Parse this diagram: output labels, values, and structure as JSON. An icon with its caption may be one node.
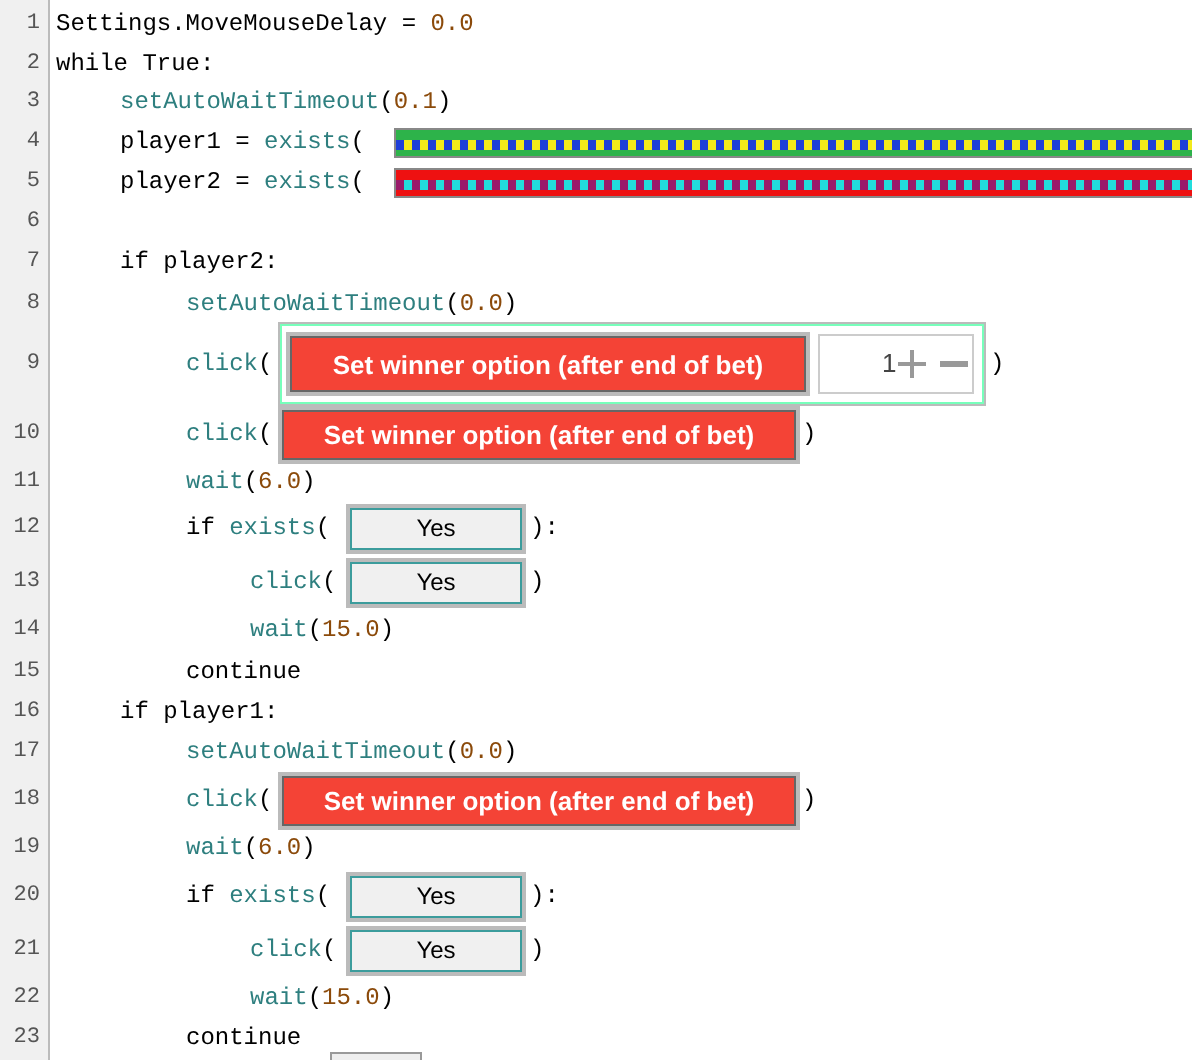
{
  "diagram": {
    "labels": [
      "1",
      "Settings.MoveMouseDelay = 0.0",
      "2",
      "while True:",
      "3",
      "setAutoWaitTimeout(0.1)",
      "4",
      "player1 = exists(",
      "5",
      "player2 = exists(",
      "6",
      "7",
      "if player2:",
      "8",
      "setAutoWaitTimeout(0.0)",
      "9",
      "click(",
      "Set winner option (after end of bet)",
      "1",
      ")",
      "10",
      "click(",
      "Set winner option (after end of bet)",
      ")",
      "11",
      "wait(6.0)",
      "12",
      "if exists(",
      "Yes",
      "):",
      "13",
      "click(",
      "Yes",
      ")",
      "14",
      "wait(15.0)",
      "15",
      "continue",
      "16",
      "if player1:",
      "17",
      "setAutoWaitTimeout(0.0)",
      "18",
      "click(",
      "Set winner option (after end of bet)",
      ")",
      "19",
      "wait(6.0)",
      "20",
      "if exists(",
      "Yes",
      "):",
      "21",
      "click(",
      "Yes",
      ")",
      "22",
      "wait(15.0)",
      "23",
      "continue"
    ]
  }
}
